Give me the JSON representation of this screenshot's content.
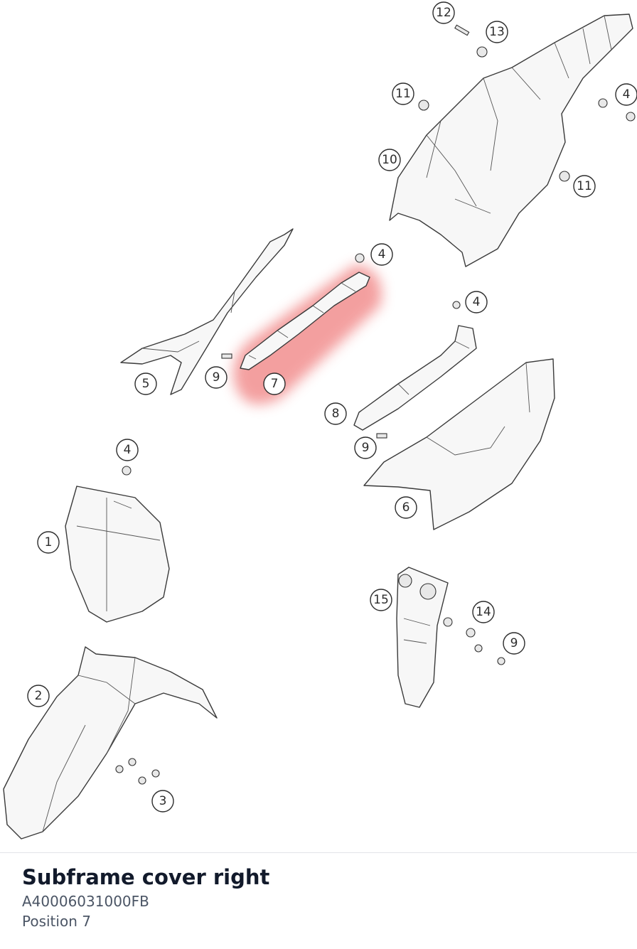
{
  "selected_part": {
    "title": "Subframe cover right",
    "part_number": "A40006031000FB",
    "position": "Position 7"
  },
  "highlight_color": "#f08080",
  "callouts": {
    "c1": "1",
    "c2": "2",
    "c3": "3",
    "c4a": "4",
    "c4b": "4",
    "c4c": "4",
    "c4d": "4",
    "c5": "5",
    "c6": "6",
    "c7": "7",
    "c8": "8",
    "c9a": "9",
    "c9b": "9",
    "c9c": "9",
    "c10": "10",
    "c11a": "11",
    "c11b": "11",
    "c12": "12",
    "c13": "13",
    "c14": "14",
    "c15": "15"
  }
}
